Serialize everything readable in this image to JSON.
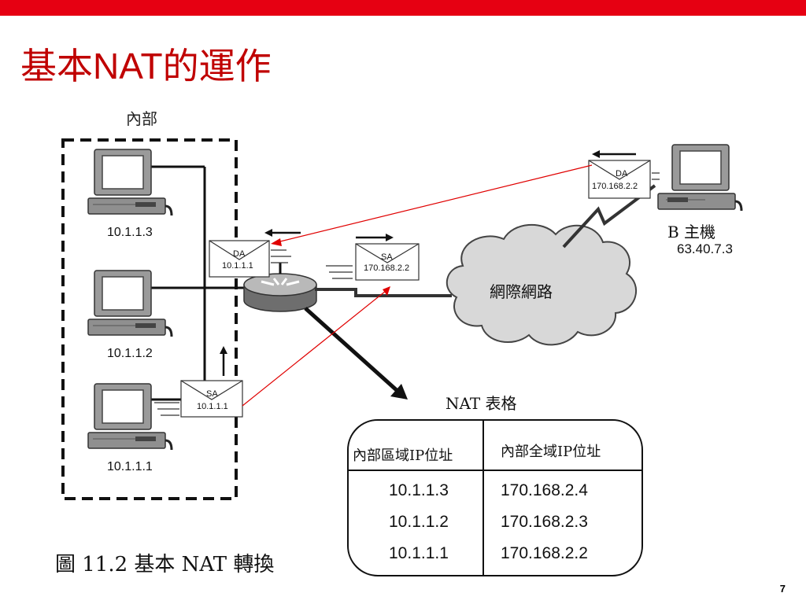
{
  "page": {
    "title_prefix": "基本",
    "title_nat": "NAT",
    "title_suffix": "的運作",
    "page_number": "7"
  },
  "diagram": {
    "inside_label": "內部",
    "hosts": [
      "10.1.1.3",
      "10.1.1.2",
      "10.1.1.1"
    ],
    "packet_router": {
      "field": "DA",
      "value": "10.1.1.1"
    },
    "packet_wan": {
      "field": "SA",
      "value": "170.168.2.2"
    },
    "packet_host": {
      "field": "SA",
      "value": "10.1.1.1"
    },
    "packet_remote": {
      "field": "DA",
      "value": "170.168.2.2"
    },
    "remote_host_label": "B 主機",
    "remote_host_ip": "63.40.7.3",
    "internet_label": "網際網路",
    "nat_table_title": "NAT 表格",
    "caption": "圖 11.2 基本 NAT 轉換",
    "arrow_color": "#e00000"
  },
  "nat_table": {
    "headers": [
      "內部區域IP位址",
      "內部全域IP位址"
    ],
    "rows": [
      [
        "10.1.1.3",
        "170.168.2.4"
      ],
      [
        "10.1.1.2",
        "170.168.2.3"
      ],
      [
        "10.1.1.1",
        "170.168.2.2"
      ]
    ]
  }
}
